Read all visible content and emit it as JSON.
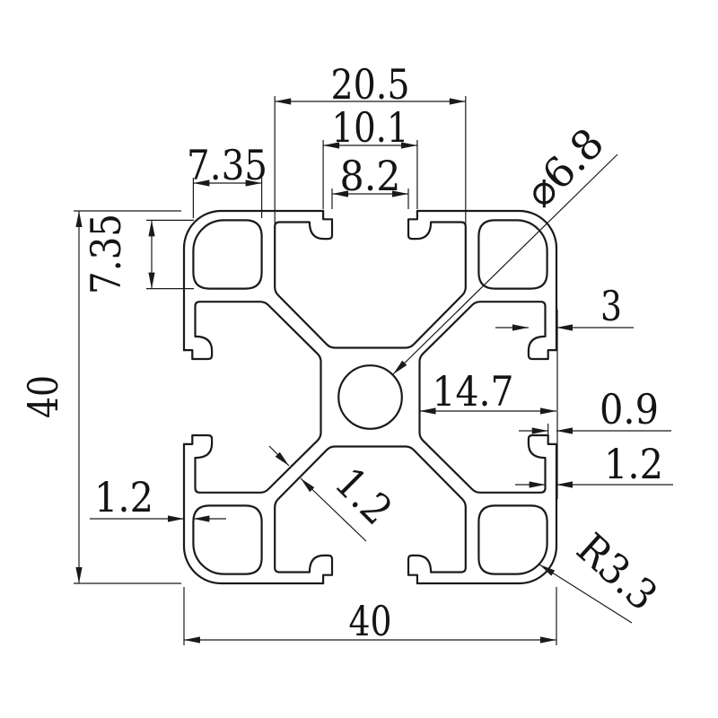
{
  "drawing": {
    "subject": "aluminum-extrusion-profile-cross-section",
    "units_implied": "mm",
    "colors": {
      "line": "#1a1a1a",
      "background": "#ffffff"
    },
    "labels": {
      "slot_outer_width": "20.5",
      "slot_mid_width": "10.1",
      "slot_opening_width": "8.2",
      "pocket_width": "7.35",
      "pocket_height": "7.35",
      "overall_height": "40",
      "overall_width": "40",
      "slot_floor_to_face": "14.7",
      "slot_lip_depth": "3",
      "entry_notch_depth": "0.9",
      "lip_wall_thickness": "1.2",
      "side_wall_thickness": "1.2",
      "web_thickness": "1.2",
      "center_hole_diameter": "⌀6.8",
      "corner_radius": "R3.3"
    }
  }
}
